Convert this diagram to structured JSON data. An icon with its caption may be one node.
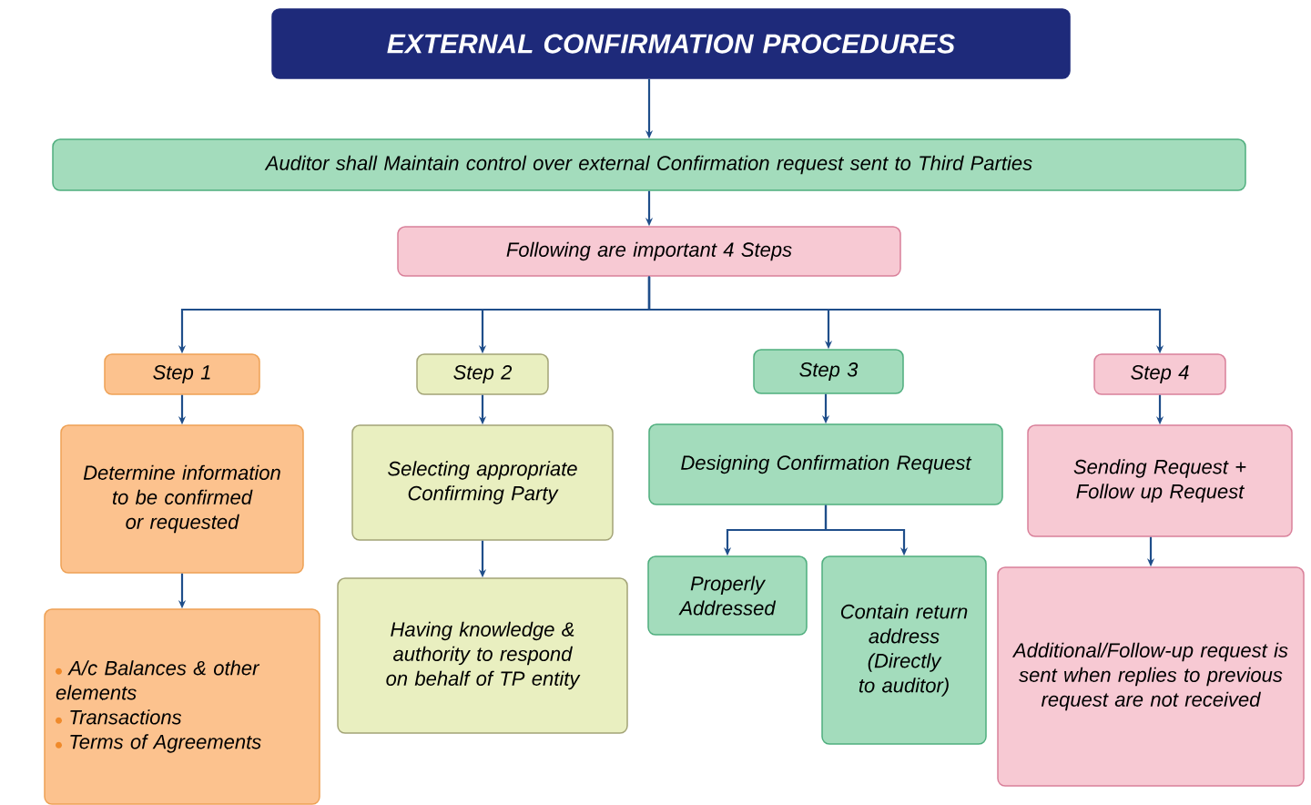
{
  "diagram": {
    "nodes": [
      {
        "text": [
          "EXTERNAL CONFIRMATION PROCEDURES"
        ]
      },
      {
        "text": [
          "Auditor shall Maintain control over external Confirmation request sent to Third Parties"
        ]
      },
      {
        "text": [
          "Following are important 4 Steps"
        ]
      },
      {
        "text": [
          "Step 1"
        ]
      },
      {
        "text": [
          "Step 2"
        ]
      },
      {
        "text": [
          "Step 3"
        ]
      },
      {
        "text": [
          "Step 4"
        ]
      },
      {
        "text": [
          "Determine information to be confirmed or requested"
        ]
      },
      {
        "text": [
          "Selecting appropriate Confirming Party"
        ]
      },
      {
        "text": [
          "Designing Confirmation Request"
        ]
      },
      {
        "text": [
          "Sending Request + Follow up Request"
        ]
      },
      {
        "text": [
          "A/c Balances & other elements",
          "Transactions",
          "Terms of Agreements"
        ]
      },
      {
        "text": [
          "Having knowledge & authority to respond on behalf of TP entity"
        ]
      },
      {
        "text": [
          "Properly Addressed"
        ]
      },
      {
        "text": [
          "Contain return address (Directly to auditor)"
        ]
      },
      {
        "text": [
          "Additional/Follow-up request is sent when replies to previous request are not received"
        ]
      }
    ],
    "edges": [
      {
        "from": 0,
        "to": 1,
        "arrow": "to"
      },
      {
        "from": 1,
        "to": 2,
        "arrow": "to"
      },
      {
        "from": 2,
        "to": 3,
        "arrow": "to"
      },
      {
        "from": 2,
        "to": 4,
        "arrow": "to"
      },
      {
        "from": 2,
        "to": 5,
        "arrow": "to"
      },
      {
        "from": 2,
        "to": 6,
        "arrow": "to"
      },
      {
        "from": 3,
        "to": 7,
        "arrow": "to"
      },
      {
        "from": 4,
        "to": 8,
        "arrow": "to"
      },
      {
        "from": 5,
        "to": 9,
        "arrow": "to"
      },
      {
        "from": 6,
        "to": 10,
        "arrow": "to"
      },
      {
        "from": 7,
        "to": 11,
        "arrow": "to"
      },
      {
        "from": 8,
        "to": 12,
        "arrow": "to"
      },
      {
        "from": 9,
        "to": 13,
        "arrow": "to"
      },
      {
        "from": 9,
        "to": 14,
        "arrow": "to"
      },
      {
        "from": 10,
        "to": 15,
        "arrow": "to"
      }
    ]
  }
}
